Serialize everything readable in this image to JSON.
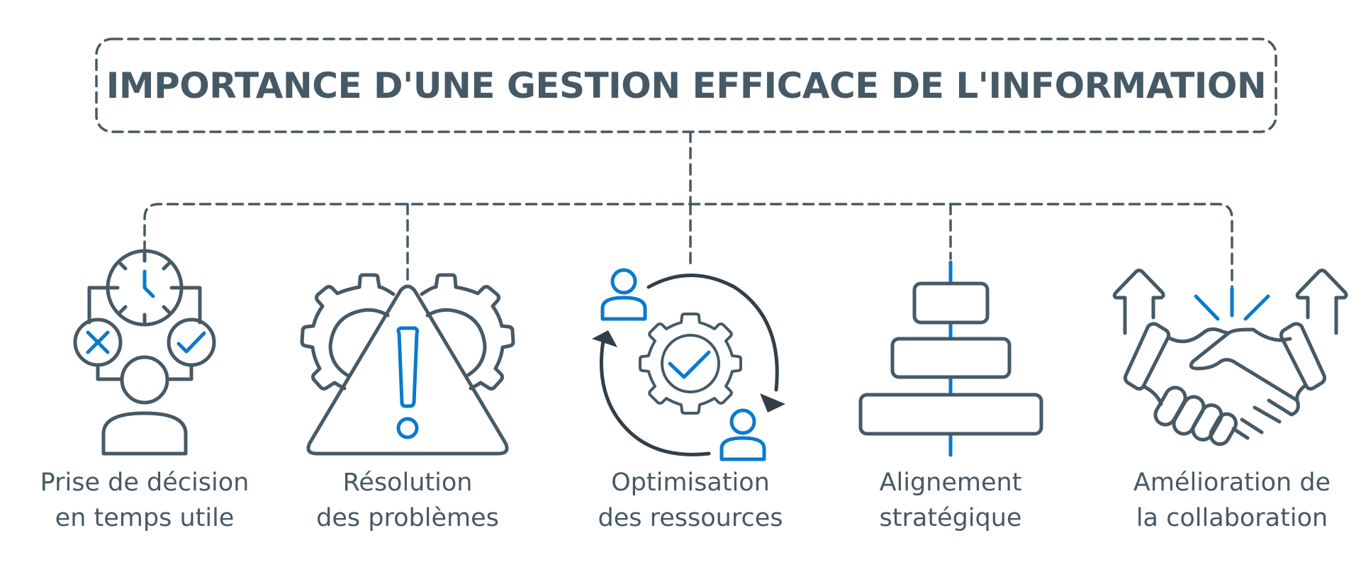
{
  "title": "IMPORTANCE D'UNE GESTION EFFICACE DE L'INFORMATION",
  "colors": {
    "primary": "#465966",
    "accent": "#0A7ACC",
    "background": "#FFFFFF"
  },
  "items": [
    {
      "icon": "decision-clock-person-icon",
      "line1": "Prise de décision",
      "line2": "en temps utile"
    },
    {
      "icon": "warning-gears-icon",
      "line1": "Résolution",
      "line2": "des problèmes"
    },
    {
      "icon": "resource-cycle-gear-icon",
      "line1": "Optimisation",
      "line2": "des ressources"
    },
    {
      "icon": "alignment-stack-icon",
      "line1": "Alignement",
      "line2": "stratégique"
    },
    {
      "icon": "handshake-growth-icon",
      "line1": "Amélioration de",
      "line2": "la collaboration"
    }
  ]
}
